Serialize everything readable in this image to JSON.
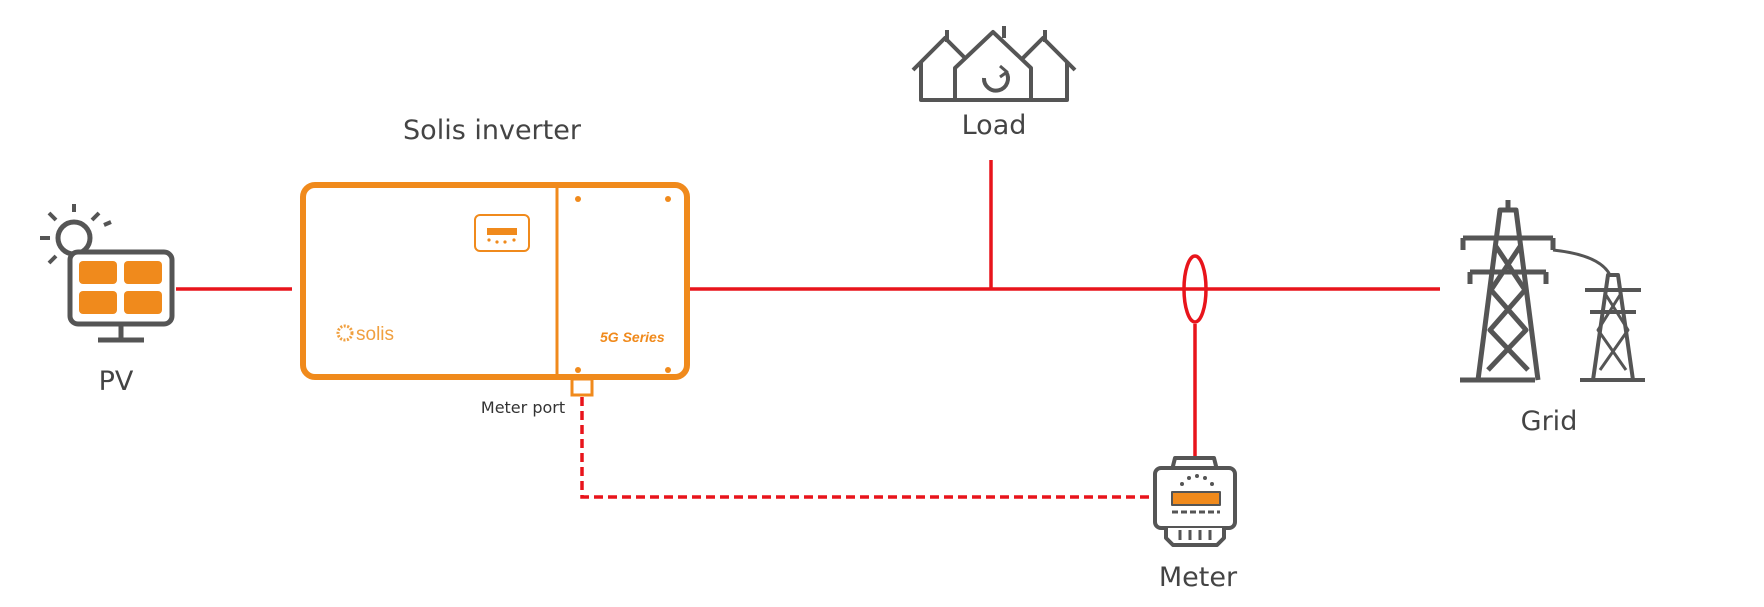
{
  "labels": {
    "pv": "PV",
    "inverter": "Solis inverter",
    "meter_port": "Meter port",
    "load": "Load",
    "grid": "Grid",
    "meter": "Meter"
  },
  "inverter_brand": "solis",
  "inverter_series": "5G Series",
  "colors": {
    "power_line": "#e8141b",
    "inverter_orange": "#f08a1c",
    "icon_gray": "#555555",
    "text": "#444444"
  },
  "icons": [
    "solar-panel-icon",
    "houses-icon",
    "transmission-tower-icon",
    "energy-meter-icon",
    "current-transformer-icon"
  ]
}
